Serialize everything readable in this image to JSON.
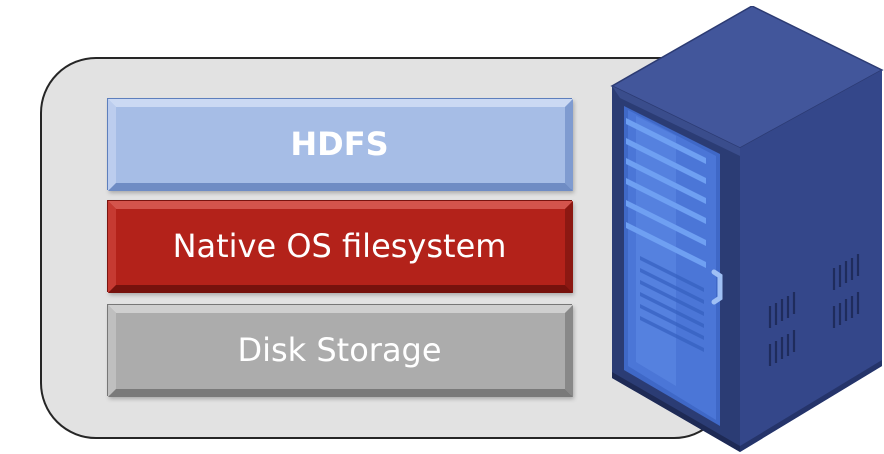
{
  "layers": [
    {
      "label": "HDFS",
      "color": "#a6bde6"
    },
    {
      "label": "Native OS filesystem",
      "color": "#b3221a"
    },
    {
      "label": "Disk Storage",
      "color": "#acacac"
    }
  ],
  "server_icon": "server-rack-icon",
  "colors": {
    "host_fill": "#e2e2e2",
    "rack_front": "#2e3f78",
    "rack_side": "#34478a",
    "rack_top": "#42569b",
    "glass": "#4c78d8"
  }
}
